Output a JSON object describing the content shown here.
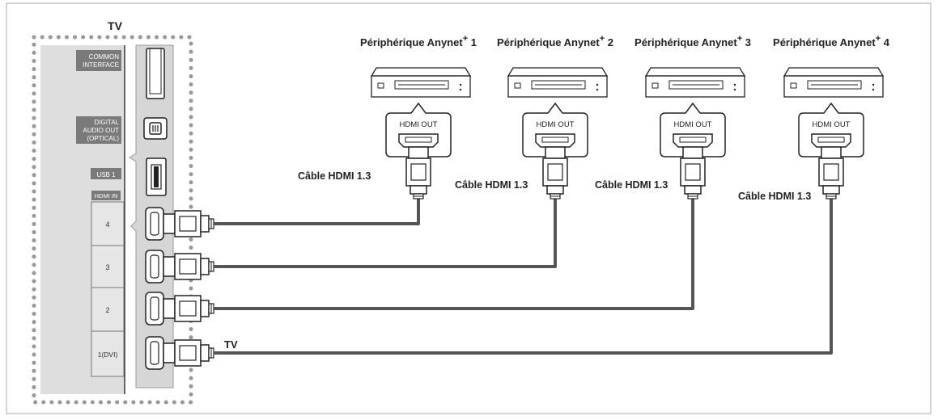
{
  "tv": {
    "title": "TV",
    "common_interface": [
      "COMMON",
      "INTERFACE"
    ],
    "digital_audio_out": [
      "DIGITAL",
      "AUDIO OUT",
      "(OPTICAL)"
    ],
    "usb": "USB 1",
    "hdmi_in": "HDMI IN",
    "hdmi_ports": [
      "4",
      "3",
      "2",
      "1(DVI)"
    ],
    "cable_end_label": "TV"
  },
  "devices": [
    {
      "label_main": "Périphérique Anynet",
      "sup": "+",
      "num": " 1",
      "port_label": "HDMI OUT",
      "cable_label": "Câble HDMI 1.3"
    },
    {
      "label_main": "Périphérique Anynet",
      "sup": "+",
      "num": " 2",
      "port_label": "HDMI OUT",
      "cable_label": "Câble HDMI 1.3"
    },
    {
      "label_main": "Périphérique Anynet",
      "sup": "+",
      "num": " 3",
      "port_label": "HDMI OUT",
      "cable_label": "Câble HDMI 1.3"
    },
    {
      "label_main": "Périphérique Anynet",
      "sup": "+",
      "num": " 4",
      "port_label": "HDMI OUT",
      "cable_label": "Câble HDMI 1.3"
    }
  ],
  "colors": {
    "cable": "#555555",
    "panel": "#e0e0e0",
    "label_bg": "#777777",
    "border": "#999999"
  }
}
